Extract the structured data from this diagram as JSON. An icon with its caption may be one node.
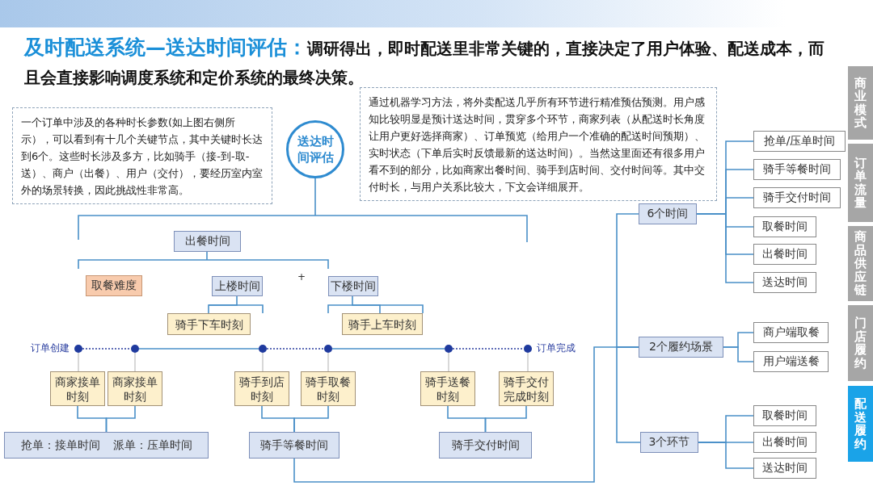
{
  "diagram": {
    "title": "及时配送系统—送达时间评估：",
    "nodes": [
      {
        "text": [
          "一个订单中涉及的各种时长参数(如上图右侧所示），可以看到有十几个关键节点，其中关键时长达到6个。这些时长涉及多方，比如骑手（接-到-取-送）、商户（出餐）、用户（交付），要经历室内室外的场景转换，因此挑战性非常高。"
        ]
      },
      {
        "text": [
          "送达时间评估"
        ]
      },
      {
        "text": [
          "通过机器学习方法，将外卖配送几乎所有环节进行精准预估预测。用户感知比较明显是预计送达时间，贯穿多个环节，商家列表（从配送时长角度让用户更好选择商家）、订单预览（给用户一个准确的配送时间预期）、实时状态（下单后实时反馈最新的送达时间）。当然这里面还有很多用户看不到的部分，比如商家出餐时间、骑手到店时间、交付时间等。其中交付时长，与用户关系比较大，下文会详细展开。"
        ]
      },
      {
        "text": [
          "出餐时间"
        ]
      },
      {
        "text": [
          "取餐难度"
        ]
      },
      {
        "text": [
          "上楼时间"
        ]
      },
      {
        "text": [
          "下楼时间"
        ]
      },
      {
        "text": [
          "骑手下车时刻"
        ]
      },
      {
        "text": [
          "骑手上车时刻"
        ]
      },
      {
        "text": [],
        "shape": "circle",
        "beside": [
          "订单创建"
        ]
      },
      {
        "text": [],
        "shape": "circle"
      },
      {
        "text": [],
        "shape": "circle"
      },
      {
        "text": [],
        "shape": "circle"
      },
      {
        "text": [],
        "shape": "circle"
      },
      {
        "text": [],
        "shape": "circle",
        "beside": [
          "订单完成"
        ]
      },
      {
        "text": [
          "商家接单时刻"
        ]
      },
      {
        "text": [
          "商家接单时刻"
        ]
      },
      {
        "text": [
          "骑手到店时刻"
        ]
      },
      {
        "text": [
          "骑手取餐时刻"
        ]
      },
      {
        "text": [
          "骑手送餐时刻"
        ]
      },
      {
        "text": [
          "骑手交付完成时刻"
        ]
      },
      {
        "text": [
          "抢单：接单时间",
          "派单：压单时间"
        ]
      },
      {
        "text": [
          "骑手等餐时间"
        ]
      },
      {
        "text": [
          "骑手交付时间"
        ]
      },
      {
        "text": [
          "6个时间"
        ]
      },
      {
        "text": [
          "抢单/压单时间"
        ]
      },
      {
        "text": [
          "骑手等餐时间"
        ]
      },
      {
        "text": [
          "骑手交付时间"
        ]
      },
      {
        "text": [
          "取餐时间"
        ]
      },
      {
        "text": [
          "出餐时间"
        ]
      },
      {
        "text": [
          "送达时间"
        ]
      },
      {
        "text": [
          "2个履约场景"
        ]
      },
      {
        "text": [
          "商户端取餐"
        ]
      },
      {
        "text": [
          "用户端送餐"
        ]
      },
      {
        "text": [
          "3个环节"
        ]
      },
      {
        "text": [
          "取餐时间"
        ]
      },
      {
        "text": [
          "出餐时间"
        ]
      },
      {
        "text": [
          "送达时间"
        ]
      },
      {
        "text": [
          "商业模式"
        ]
      },
      {
        "text": [
          "订单流量"
        ]
      },
      {
        "text": [
          "商品供应链"
        ]
      },
      {
        "text": [
          "门店履约"
        ]
      },
      {
        "text": [
          "配送履约"
        ]
      }
    ],
    "edges": [
      {
        "from": 5,
        "to": 7,
        "arrow": "none"
      },
      {
        "from": 6,
        "to": 8,
        "arrow": "none"
      },
      {
        "from": 9,
        "to": 10,
        "arrow": "none",
        "style": "dashed",
        "color": "#2b3fa0"
      },
      {
        "from": 10,
        "to": 11,
        "arrow": "none"
      },
      {
        "from": 11,
        "to": 12,
        "arrow": "none",
        "style": "dashed",
        "color": "#2b3fa0"
      },
      {
        "from": 12,
        "to": 13,
        "arrow": "none"
      },
      {
        "from": 13,
        "to": 14,
        "arrow": "none",
        "style": "dashed",
        "color": "#2b3fa0"
      },
      {
        "from": 9,
        "to": 15,
        "arrow": "none",
        "color": "#cfcfcf"
      },
      {
        "from": 10,
        "to": 16,
        "arrow": "none",
        "color": "#cfcfcf"
      },
      {
        "from": 11,
        "to": 17,
        "arrow": "none",
        "color": "#cfcfcf"
      },
      {
        "from": 12,
        "to": 18,
        "arrow": "none",
        "color": "#cfcfcf"
      },
      {
        "from": 13,
        "to": 19,
        "arrow": "none",
        "color": "#cfcfcf"
      },
      {
        "from": 14,
        "to": 20,
        "arrow": "none",
        "color": "#cfcfcf"
      },
      {
        "from": 15,
        "to": 21,
        "arrow": "none"
      },
      {
        "from": 16,
        "to": 21,
        "arrow": "none"
      },
      {
        "from": 17,
        "to": 22,
        "arrow": "none"
      },
      {
        "from": 18,
        "to": 22,
        "arrow": "none"
      },
      {
        "from": 19,
        "to": 23,
        "arrow": "none"
      },
      {
        "from": 20,
        "to": 23,
        "arrow": "none"
      },
      {
        "from": 22,
        "to": 31,
        "arrow": "none"
      },
      {
        "from": 31,
        "to": 24,
        "arrow": "none"
      },
      {
        "from": 31,
        "to": 34,
        "arrow": "none"
      },
      {
        "from": 24,
        "to": 25,
        "arrow": "none"
      },
      {
        "from": 24,
        "to": 26,
        "arrow": "none"
      },
      {
        "from": 24,
        "to": 27,
        "arrow": "none"
      },
      {
        "from": 24,
        "to": 28,
        "arrow": "none"
      },
      {
        "from": 24,
        "to": 29,
        "arrow": "none"
      },
      {
        "from": 24,
        "to": 30,
        "arrow": "none"
      },
      {
        "from": 31,
        "to": 32,
        "arrow": "none"
      },
      {
        "from": 31,
        "to": 33,
        "arrow": "none"
      },
      {
        "from": 34,
        "to": 35,
        "arrow": "none"
      },
      {
        "from": 34,
        "to": 36,
        "arrow": "none"
      },
      {
        "from": 34,
        "to": 37,
        "arrow": "none"
      }
    ],
    "labels": [
      "调研得出，即时配送里非常关键的，直接决定了用户体验、配送成本，而且会直接影响调度系统和定价系统的最终决策。",
      "+"
    ]
  }
}
